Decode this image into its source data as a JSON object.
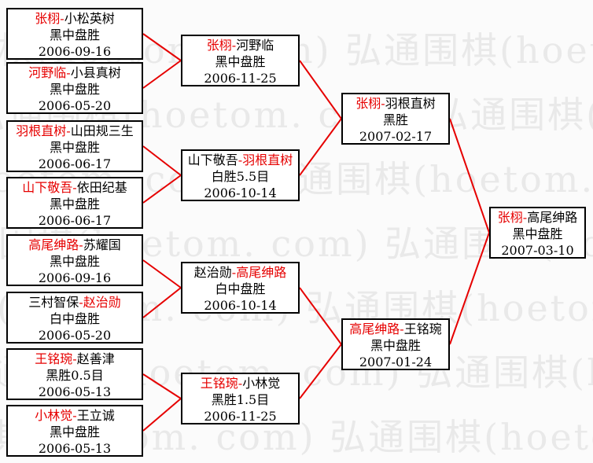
{
  "page": {
    "background_color": "#fbfbfb",
    "watermark": {
      "text": "弘通围棋(hoetom. com)",
      "color": "#e9e9e9"
    }
  },
  "bracket": {
    "separator": "-",
    "highlight_color": "#e60000",
    "line_color": "#e60000",
    "rounds": [
      {
        "name": "round-of-16",
        "matches": [
          {
            "name_a": "张栩",
            "name_b": "小松英树",
            "red": "a",
            "result": "黑中盘胜",
            "date": "2006-09-16"
          },
          {
            "name_a": "河野临",
            "name_b": "小县真树",
            "red": "a",
            "result": "黑中盘胜",
            "date": "2006-05-20"
          },
          {
            "name_a": "羽根直树",
            "name_b": "山田规三生",
            "red": "a",
            "result": "黑中盘胜",
            "date": "2006-06-17"
          },
          {
            "name_a": "山下敬吾",
            "name_b": "依田纪基",
            "red": "a",
            "result": "黑中盘胜",
            "date": "2006-06-17"
          },
          {
            "name_a": "高尾绅路",
            "name_b": "苏耀国",
            "red": "a",
            "result": "黑中盘胜",
            "date": "2006-09-16"
          },
          {
            "name_a": "三村智保",
            "name_b": "赵治勋",
            "red": "b",
            "result": "白中盘胜",
            "date": "2006-05-20"
          },
          {
            "name_a": "王铭琬",
            "name_b": "赵善津",
            "red": "a",
            "result": "黑胜0.5目",
            "date": "2006-05-13"
          },
          {
            "name_a": "小林觉",
            "name_b": "王立诚",
            "red": "a",
            "result": "黑中盘胜",
            "date": "2006-05-13"
          }
        ]
      },
      {
        "name": "quarterfinals",
        "matches": [
          {
            "name_a": "张栩",
            "name_b": "河野临",
            "red": "a",
            "result": "黑中盘胜",
            "date": "2006-11-25"
          },
          {
            "name_a": "山下敬吾",
            "name_b": "羽根直树",
            "red": "b",
            "result": "白胜5.5目",
            "date": "2006-10-14"
          },
          {
            "name_a": "赵治勋",
            "name_b": "高尾绅路",
            "red": "b",
            "result": "白中盘胜",
            "date": "2006-10-14"
          },
          {
            "name_a": "王铭琬",
            "name_b": "小林觉",
            "red": "a",
            "result": "黑胜1.5目",
            "date": "2006-11-25"
          }
        ]
      },
      {
        "name": "semifinals",
        "matches": [
          {
            "name_a": "张栩",
            "name_b": "羽根直树",
            "red": "a",
            "result": "黑胜",
            "date": "2007-02-17"
          },
          {
            "name_a": "高尾绅路",
            "name_b": "王铭琬",
            "red": "a",
            "result": "黑中盘胜",
            "date": "2007-01-24"
          }
        ]
      },
      {
        "name": "final",
        "matches": [
          {
            "name_a": "张栩",
            "name_b": "高尾绅路",
            "red": "a",
            "result": "黑中盘胜",
            "date": "2007-03-10"
          }
        ]
      }
    ]
  }
}
